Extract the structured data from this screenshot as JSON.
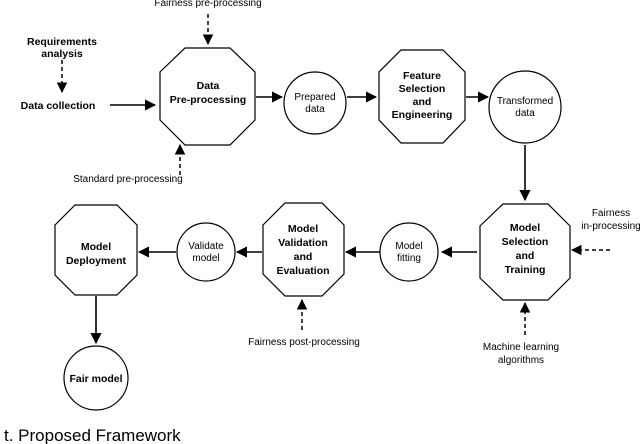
{
  "nodes": {
    "requirements": [
      "Requirements",
      "analysis"
    ],
    "data_collection": [
      "Data collection"
    ],
    "data_preprocessing": [
      "Data",
      "Pre-processing"
    ],
    "prepared_data": [
      "Prepared",
      "data"
    ],
    "feature_selection": [
      "Feature",
      "Selection",
      "and",
      "Engineering"
    ],
    "transformed_data": [
      "Transformed",
      "data"
    ],
    "model_selection": [
      "Model",
      "Selection",
      "and",
      "Training"
    ],
    "model_fitting": [
      "Model",
      "fitting"
    ],
    "model_validation": [
      "Model",
      "Validation",
      "and",
      "Evaluation"
    ],
    "validate_model": [
      "Validate",
      "model"
    ],
    "model_deployment": [
      "Model",
      "Deployment"
    ],
    "fair_model": [
      "Fair model"
    ]
  },
  "labels": {
    "fairness_pre": [
      "Fairness pre-processing"
    ],
    "standard_pre": [
      "Standard pre-processing"
    ],
    "fairness_in": [
      "Fairness",
      "in-processing"
    ],
    "ml_algorithms": [
      "Machine learning",
      "algorithms"
    ],
    "fairness_post": [
      "Fairness post-processing"
    ]
  },
  "caption": "t. Proposed Framework"
}
